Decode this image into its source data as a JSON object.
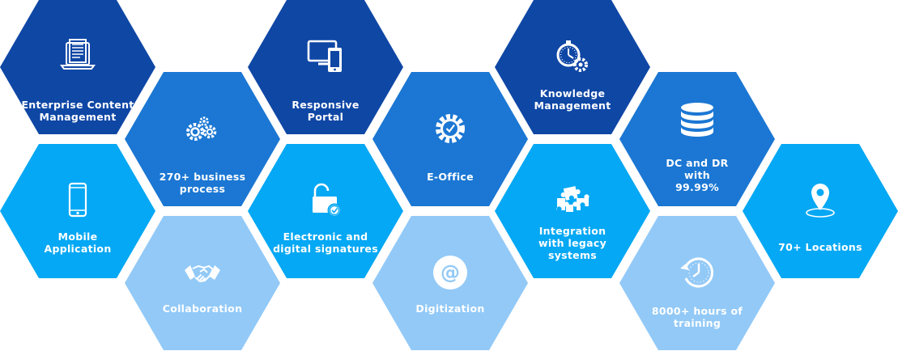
{
  "colors": {
    "dark": "#0f47a5",
    "mid": "#1b77d3",
    "light": "#05a8f4",
    "pale": "#92c9f7"
  },
  "tiles": [
    {
      "key": "ecm",
      "label": "Enterprise Content\nManagement",
      "icon": "laptop-document-icon",
      "color": "dark"
    },
    {
      "key": "mobile",
      "label": "Mobile\nApplication",
      "icon": "smartphone-icon",
      "color": "light"
    },
    {
      "key": "process",
      "label": "270+ business\nprocess",
      "icon": "gears-icon",
      "color": "mid"
    },
    {
      "key": "collab",
      "label": "Collaboration",
      "icon": "handshake-icon",
      "color": "pale"
    },
    {
      "key": "portal",
      "label": "Responsive\nPortal",
      "icon": "devices-icon",
      "color": "dark"
    },
    {
      "key": "esign",
      "label": "Electronic and\ndigital signatures",
      "icon": "unlock-check-icon",
      "color": "light"
    },
    {
      "key": "eoffice",
      "label": "E-Office",
      "icon": "gear-check-icon",
      "color": "mid"
    },
    {
      "key": "digit",
      "label": "Digitization",
      "icon": "at-sign-icon",
      "color": "pale"
    },
    {
      "key": "km",
      "label": "Knowledge\nManagement",
      "icon": "stopwatch-gear-icon",
      "color": "dark"
    },
    {
      "key": "integ",
      "label": "Integration\nwith legacy\nsystems",
      "icon": "puzzle-icon",
      "color": "light"
    },
    {
      "key": "dcdr",
      "label": "DC and DR\nwith\n99.99%",
      "icon": "database-icon",
      "color": "mid"
    },
    {
      "key": "training",
      "label": "8000+ hours of\ntraining",
      "icon": "history-clock-icon",
      "color": "pale"
    },
    {
      "key": "locations",
      "label": "70+ Locations",
      "icon": "location-pin-icon",
      "color": "light"
    }
  ]
}
